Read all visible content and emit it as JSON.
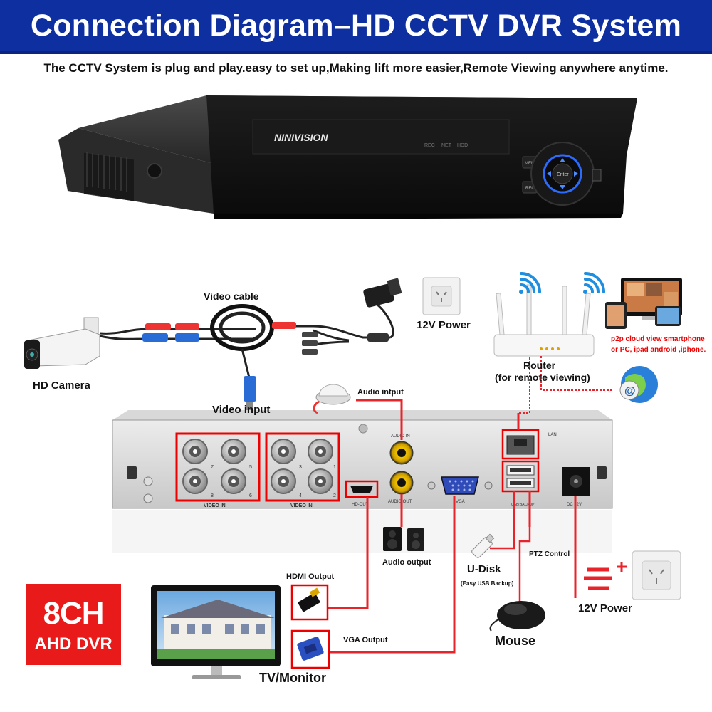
{
  "header": {
    "title": "Connection Diagram–HD CCTV DVR System",
    "subtitle": "The CCTV System is plug and play.easy to set up,Making lift more easier,Remote Viewing anywhere anytime."
  },
  "dvr_front": {
    "brand": "NINIVISION",
    "indicators": [
      "REC",
      "NET",
      "HDD"
    ],
    "buttons": [
      "MENU",
      "REC"
    ],
    "center_button": "Enter"
  },
  "labels": {
    "video_cable": "Video cable",
    "power_top": "12V Power",
    "hd_camera": "HD Camera",
    "video_input": "Video input",
    "audio_input": "Audio intput",
    "router": "Router",
    "router_note": "(for remote viewing)",
    "p2p_line1": "p2p cloud  view smartphone",
    "p2p_line2": "or PC, ipad android ,iphone.",
    "audio_output": "Audio output",
    "hdmi_output": "HDMI Output",
    "vga_output": "VGA Output",
    "u_disk": "U-Disk",
    "u_disk_note": "(Easy USB Backup)",
    "ptz_control": "PTZ Control",
    "mouse": "Mouse",
    "power_bottom": "12V Power",
    "tv_monitor": "TV/Monitor"
  },
  "rear_panel": {
    "video_in_label": "VIDEO IN",
    "audio_in_label": "AUDIO IN",
    "audio_out_label": "AUDIO OUT",
    "hd_out_label": "HD-OUT",
    "vga_label": "VGA",
    "lan_label": "LAN",
    "usb_label": "USB(BACKUP)",
    "dc_label": "DC 12V",
    "channel_numbers_left": [
      "7",
      "5",
      "8",
      "6"
    ],
    "channel_numbers_right": [
      "3",
      "1",
      "4",
      "2"
    ]
  },
  "badge": {
    "line1": "8CH",
    "line2": "AHD DVR"
  },
  "colors": {
    "banner": "#0e2fa0",
    "wire": "#e8232a",
    "badge": "#e81a1a",
    "note": "#e00000"
  }
}
